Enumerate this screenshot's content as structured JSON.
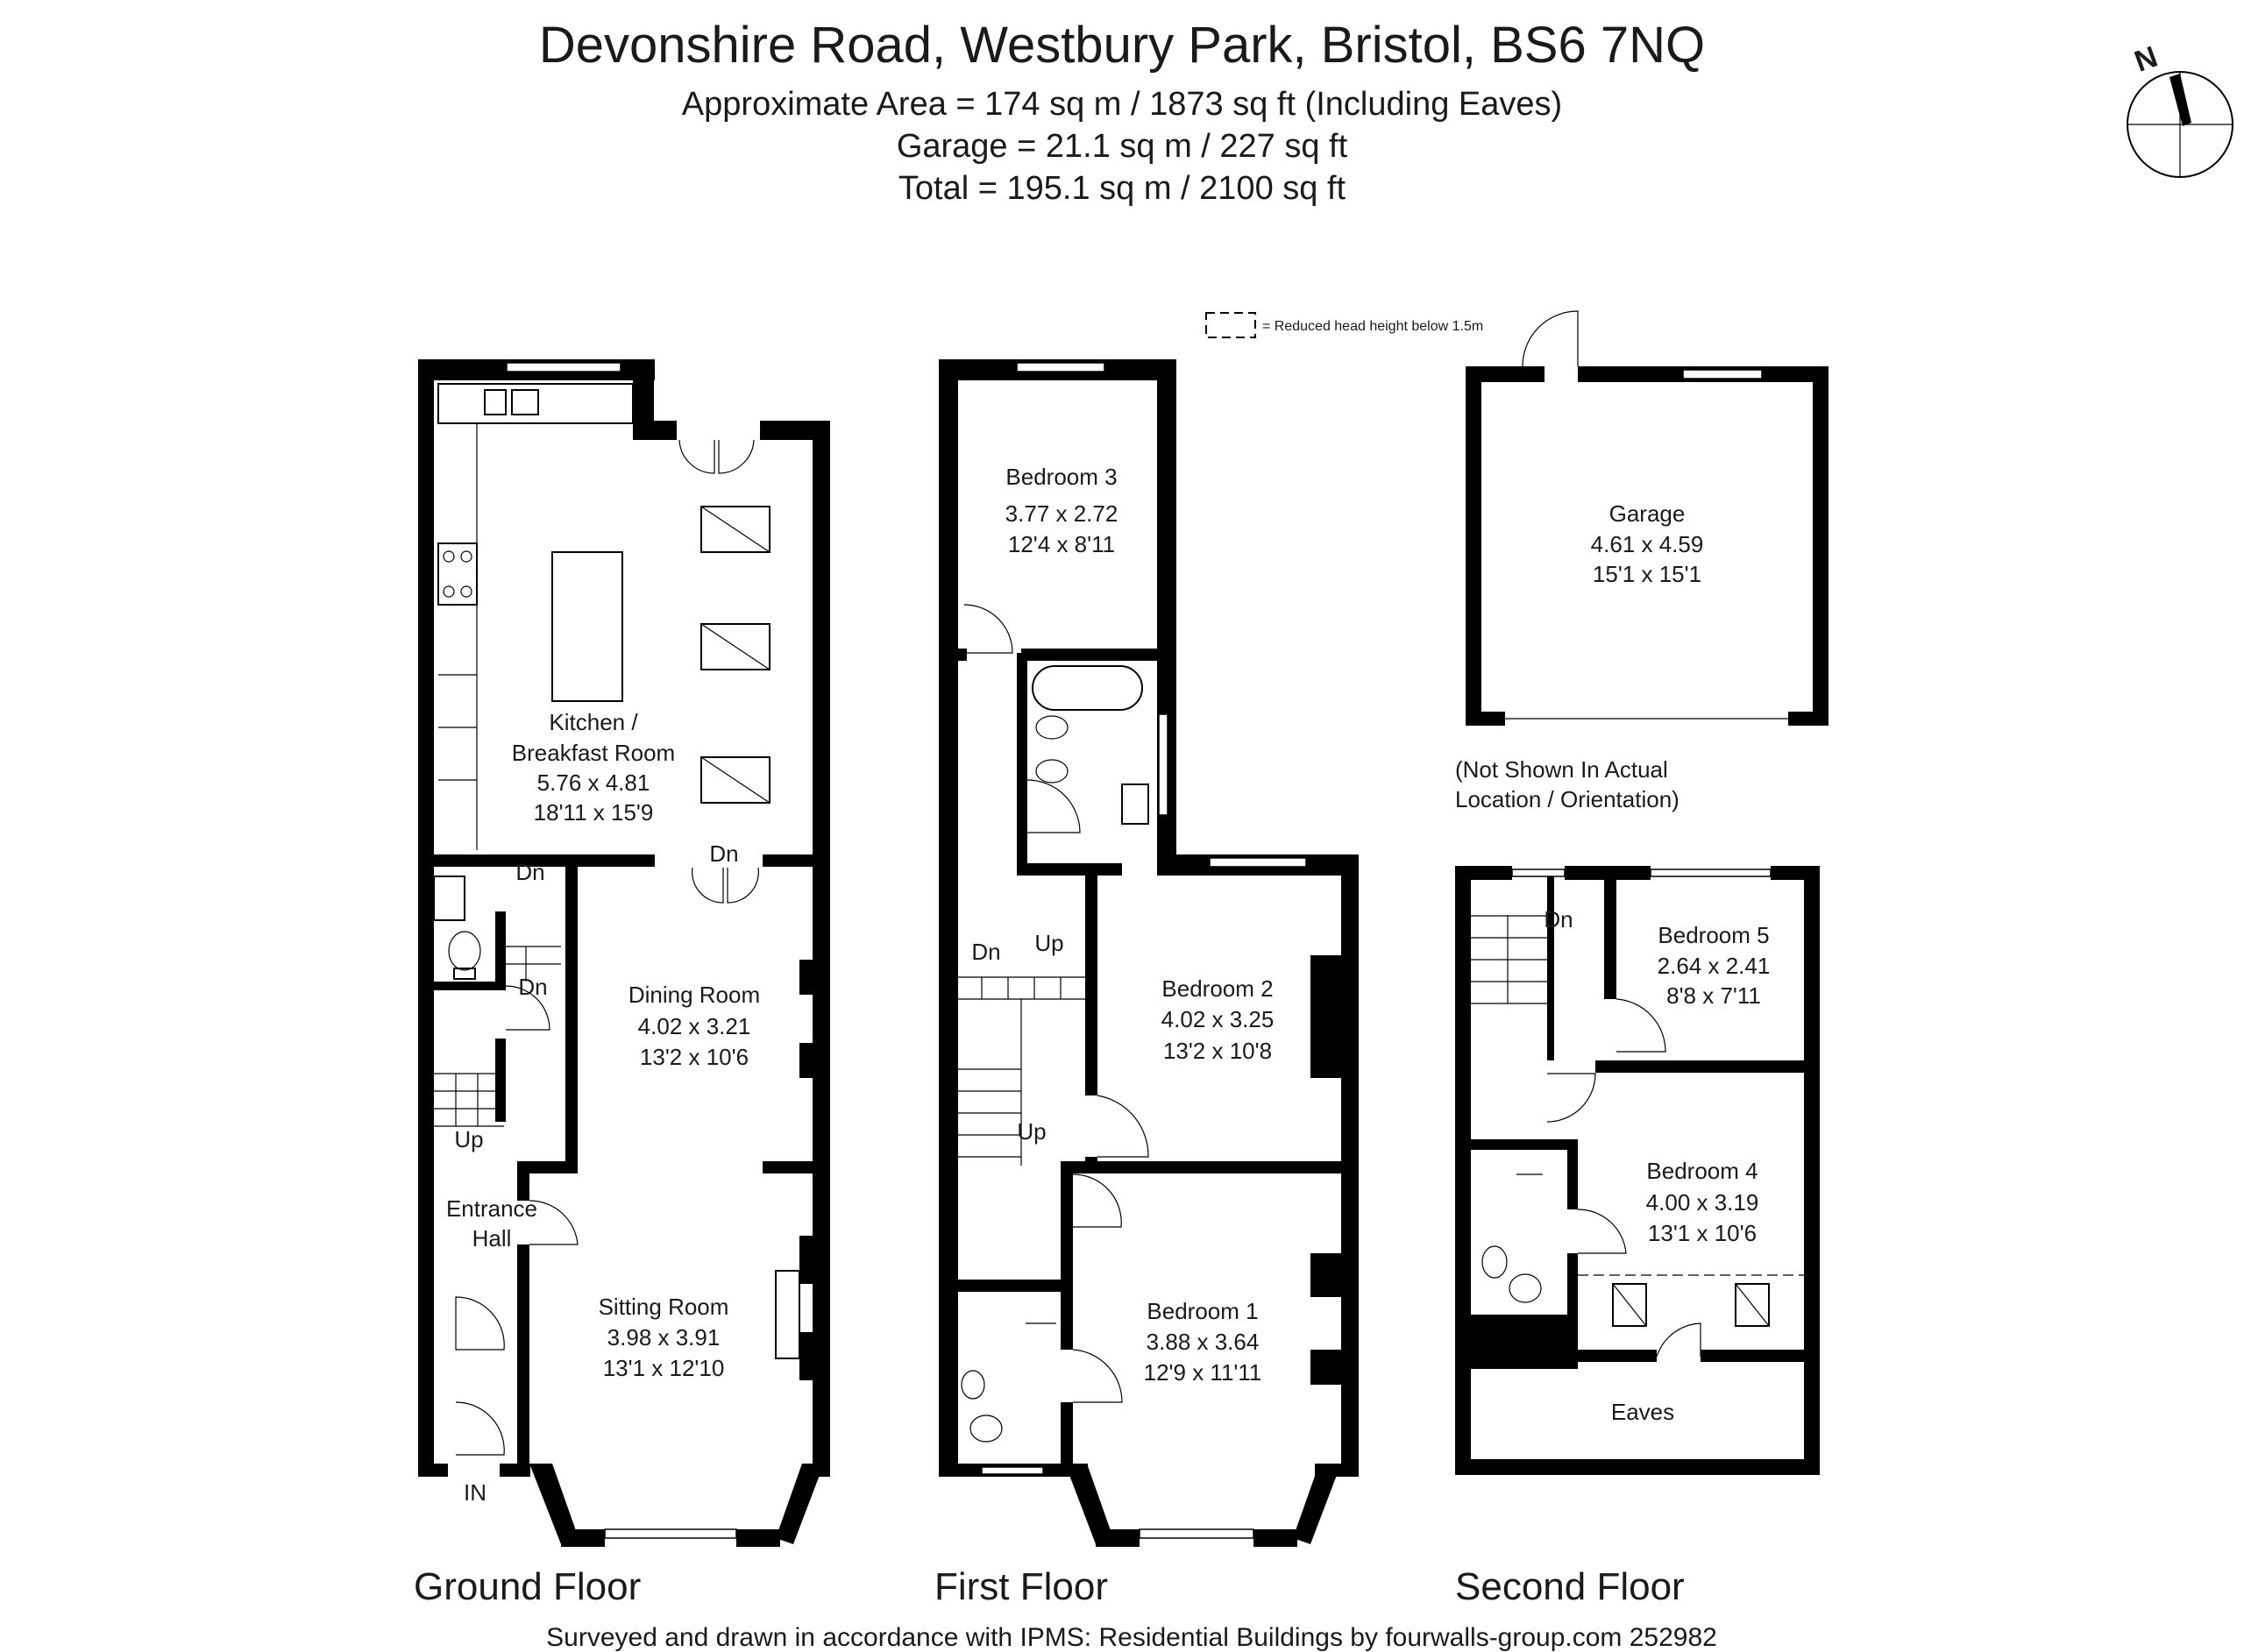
{
  "header": {
    "title": "Devonshire Road, Westbury Park, Bristol, BS6 7NQ",
    "area_line": "Approximate  Area = 174 sq m / 1873 sq ft (Including Eaves)",
    "garage_line": "Garage = 21.1 sq m / 227 sq ft",
    "total_line": "Total = 195.1 sq m / 2100 sq ft"
  },
  "compass": {
    "label": "N"
  },
  "legend": {
    "text": "= Reduced head height below 1.5m"
  },
  "ground_floor": {
    "label": "Ground Floor",
    "kitchen": {
      "name1": "Kitchen /",
      "name2": "Breakfast Room",
      "metric": "5.76 x 4.81",
      "imperial": "18'11 x 15'9"
    },
    "dining": {
      "name": "Dining Room",
      "metric": "4.02 x 3.21",
      "imperial": "13'2 x 10'6"
    },
    "sitting": {
      "name": "Sitting Room",
      "metric": "3.98 x 3.91",
      "imperial": "13'1 x 12'10"
    },
    "hall": {
      "name1": "Entrance",
      "name2": "Hall"
    },
    "marks": {
      "dn1": "Dn",
      "dn2": "Dn",
      "dn3": "Dn",
      "up": "Up",
      "in": "IN"
    }
  },
  "first_floor": {
    "label": "First Floor",
    "bed3": {
      "name": "Bedroom 3",
      "metric": "3.77 x 2.72",
      "imperial": "12'4 x 8'11"
    },
    "bed2": {
      "name": "Bedroom 2",
      "metric": "4.02 x 3.25",
      "imperial": "13'2 x 10'8"
    },
    "bed1": {
      "name": "Bedroom 1",
      "metric": "3.88 x 3.64",
      "imperial": "12'9 x 11'11"
    },
    "marks": {
      "dn": "Dn",
      "up1": "Up",
      "up2": "Up"
    }
  },
  "garage": {
    "name": "Garage",
    "metric": "4.61 x 4.59",
    "imperial": "15'1 x 15'1",
    "note1": "(Not Shown In Actual",
    "note2": "Location / Orientation)"
  },
  "second_floor": {
    "label": "Second Floor",
    "bed5": {
      "name": "Bedroom 5",
      "metric": "2.64 x 2.41",
      "imperial": "8'8 x 7'11"
    },
    "bed4": {
      "name": "Bedroom 4",
      "metric": "4.00 x 3.19",
      "imperial": "13'1 x 10'6"
    },
    "eaves": {
      "name": "Eaves"
    },
    "marks": {
      "dn": "Dn"
    }
  },
  "footer": {
    "text": "Surveyed and drawn in accordance with IPMS: Residential Buildings by fourwalls-group.com 252982"
  }
}
